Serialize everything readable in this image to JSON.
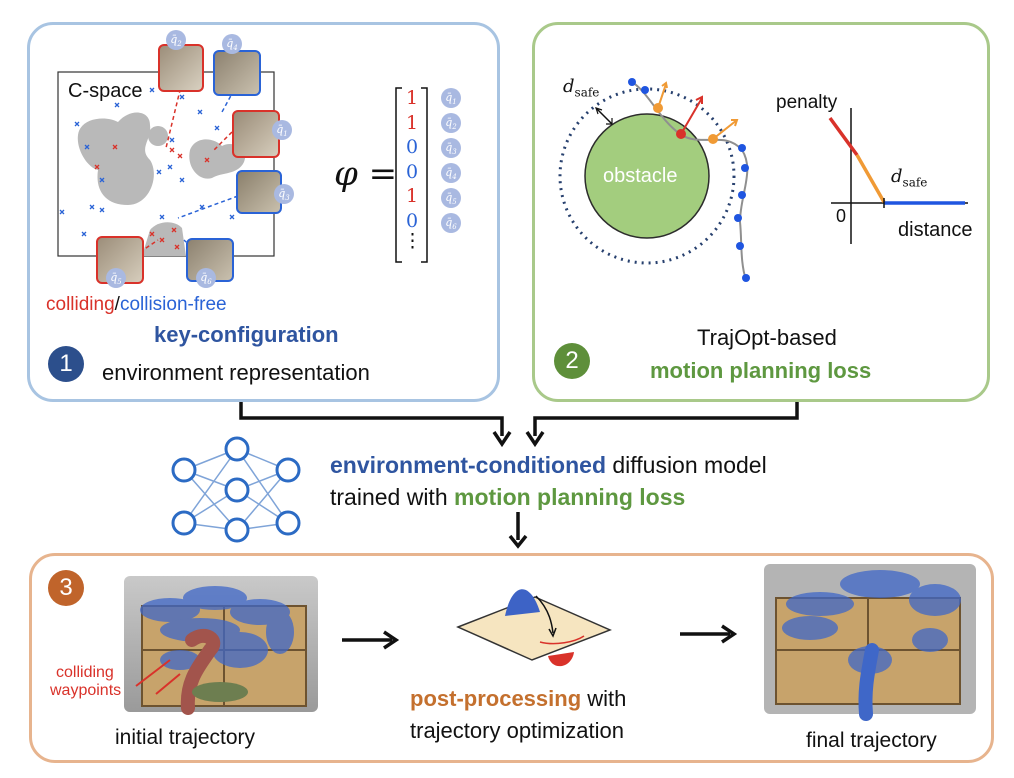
{
  "panel1": {
    "number": "1",
    "cspace_label": "C-space",
    "legend_colliding": "colliding",
    "legend_slash": "/",
    "legend_free": "collision-free",
    "title_bold": "key-configuration",
    "subtitle": "environment representation",
    "phi": "φ =",
    "vector": [
      "1",
      "1",
      "0",
      "0",
      "1",
      "0"
    ],
    "vector_colors": [
      "#d9322a",
      "#d9322a",
      "#2a63d6",
      "#2a63d6",
      "#d9322a",
      "#2a63d6"
    ],
    "vector_dots": "⋮",
    "q_labels": [
      "q̄1",
      "q̄2",
      "q̄3",
      "q̄4",
      "q̄5",
      "q̄6"
    ],
    "q_sub": [
      "1",
      "2",
      "3",
      "4",
      "5",
      "6"
    ],
    "q_base": "q̄"
  },
  "panel2": {
    "number": "2",
    "dsafe": "d",
    "dsafe_sub": "safe",
    "obstacle": "obstacle",
    "penalty": "penalty",
    "zero": "0",
    "distance": "distance",
    "title_plain": "TrajOpt-based",
    "title_bold": "motion planning loss"
  },
  "middle": {
    "line1_bold": "environment-conditioned",
    "line1_rest": " diffusion model",
    "line2_plain": "trained with ",
    "line2_bold": "motion planning loss"
  },
  "panel3": {
    "number": "3",
    "colliding_line1": "colliding",
    "colliding_line2": "waypoints",
    "initial": "initial trajectory",
    "post_bold": "post-processing",
    "post_rest": " with",
    "post_line2": "trajectory optimization",
    "final": "final trajectory"
  },
  "colors": {
    "blue_border": "#a8c4e2",
    "green_border": "#a9c98a",
    "orange_border": "#e7b48e",
    "num1": "#2c4f8c",
    "num2": "#5e8f3a",
    "num3": "#c0642b",
    "obstacle_fill": "#a3cd7e"
  }
}
